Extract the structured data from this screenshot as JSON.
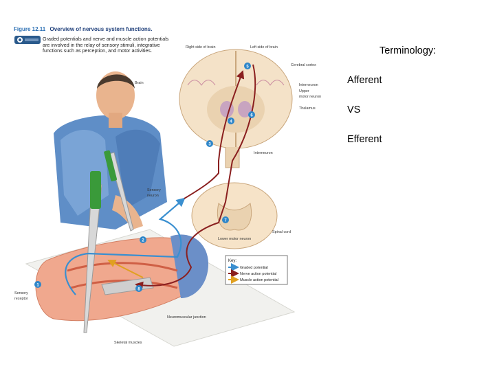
{
  "figure": {
    "number": "Figure 12.11",
    "title": "Overview of nervous system functions.",
    "description": "Graded potentials and nerve and muscle action potentials are involved in the relay of sensory stimuli, integrative functions such as perception, and motor activities.",
    "labels": {
      "right_side": "Right side of brain",
      "left_side": "Left side of brain",
      "cerebral_cortex": "Cerebral cortex",
      "brain": "Brain",
      "interneuron_top": "Interneuron",
      "upper_motor": "Upper",
      "upper_motor_2": "motor neuron",
      "thalamus": "Thalamus",
      "interneuron_mid": "Interneuron",
      "sensory_neuron": "Sensory",
      "sensory_neuron_2": "neuron",
      "spinal_cord": "Spinal cord",
      "lower_motor": "Lower motor neuron",
      "sensory_receptor": "Sensory",
      "sensory_receptor_2": "receptor",
      "nmj": "Neuromuscular junction",
      "skeletal": "Skeletal muscles"
    },
    "key": {
      "title": "Key:",
      "items": [
        "Graded potential",
        "Nerve action potential",
        "Muscle action potential"
      ]
    },
    "steps": [
      "1",
      "2",
      "3",
      "4",
      "5",
      "6",
      "7",
      "8"
    ]
  },
  "side_text": {
    "heading": "Terminology:",
    "term1": "Afferent",
    "vs": "VS",
    "term2": "Efferent"
  },
  "colors": {
    "graded": "#3a8fd0",
    "nerve": "#8a1f1f",
    "muscle": "#e0a020",
    "step_badge": "#2e86c9"
  }
}
